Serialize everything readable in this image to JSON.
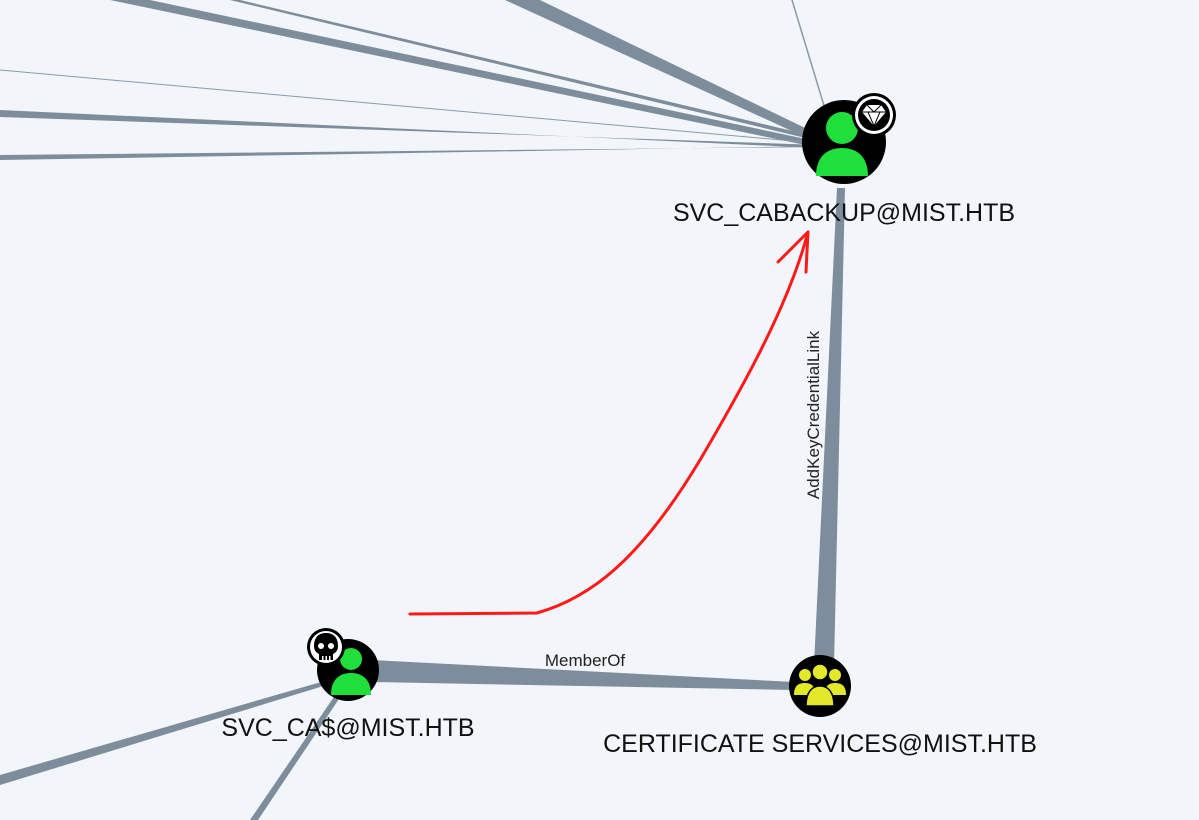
{
  "nodes": {
    "svc_cabackup": {
      "label": "SVC_CABACKUP@MIST.HTB",
      "type": "user",
      "badge": "diamond-icon",
      "owned": false
    },
    "svc_ca": {
      "label": "SVC_CA$@MIST.HTB",
      "type": "user",
      "badge": "skull-icon",
      "owned": true
    },
    "certificate_services": {
      "label": "CERTIFICATE SERVICES@MIST.HTB",
      "type": "group",
      "badge": "",
      "owned": false
    }
  },
  "edges": {
    "memberof": {
      "label": "MemberOf",
      "source": "SVC_CA$@MIST.HTB",
      "target": "CERTIFICATE SERVICES@MIST.HTB"
    },
    "addkeycredentiallink": {
      "label": "AddKeyCredentialLink",
      "source": "CERTIFICATE SERVICES@MIST.HTB",
      "target": "SVC_CABACKUP@MIST.HTB"
    }
  },
  "colors": {
    "background": "#f2f5f9",
    "edge": "#7d8d9b",
    "user_fill": "#1fe03a",
    "group_fill": "#e3e829",
    "node_ring": "#000000",
    "annotation": "#ff1a1a"
  }
}
